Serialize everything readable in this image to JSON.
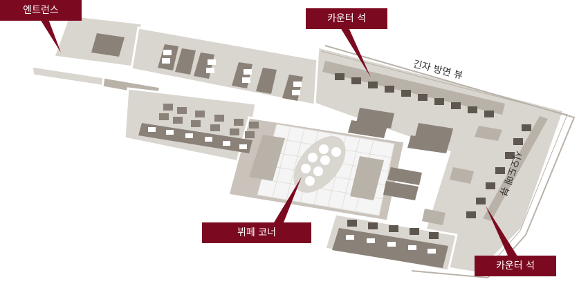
{
  "colors": {
    "callout_bg": "#7b0a20",
    "callout_text": "#ffffff",
    "floor_light": "#d9d5cf",
    "floor_mid": "#b9b2a9",
    "table_dark": "#8a8178",
    "seat_dark": "#5e574f",
    "tile": "#f5f5f5",
    "wall": "#ffffff",
    "plate": "#ffffff"
  },
  "labels": {
    "entrance": "엔트런스",
    "counter_top": "카운터 석",
    "ginza_view": "긴자 방면 뷰",
    "side_view": "시오도메 뷰",
    "buffet": "뷔페 코너",
    "counter_bottom": "카운터 석"
  }
}
